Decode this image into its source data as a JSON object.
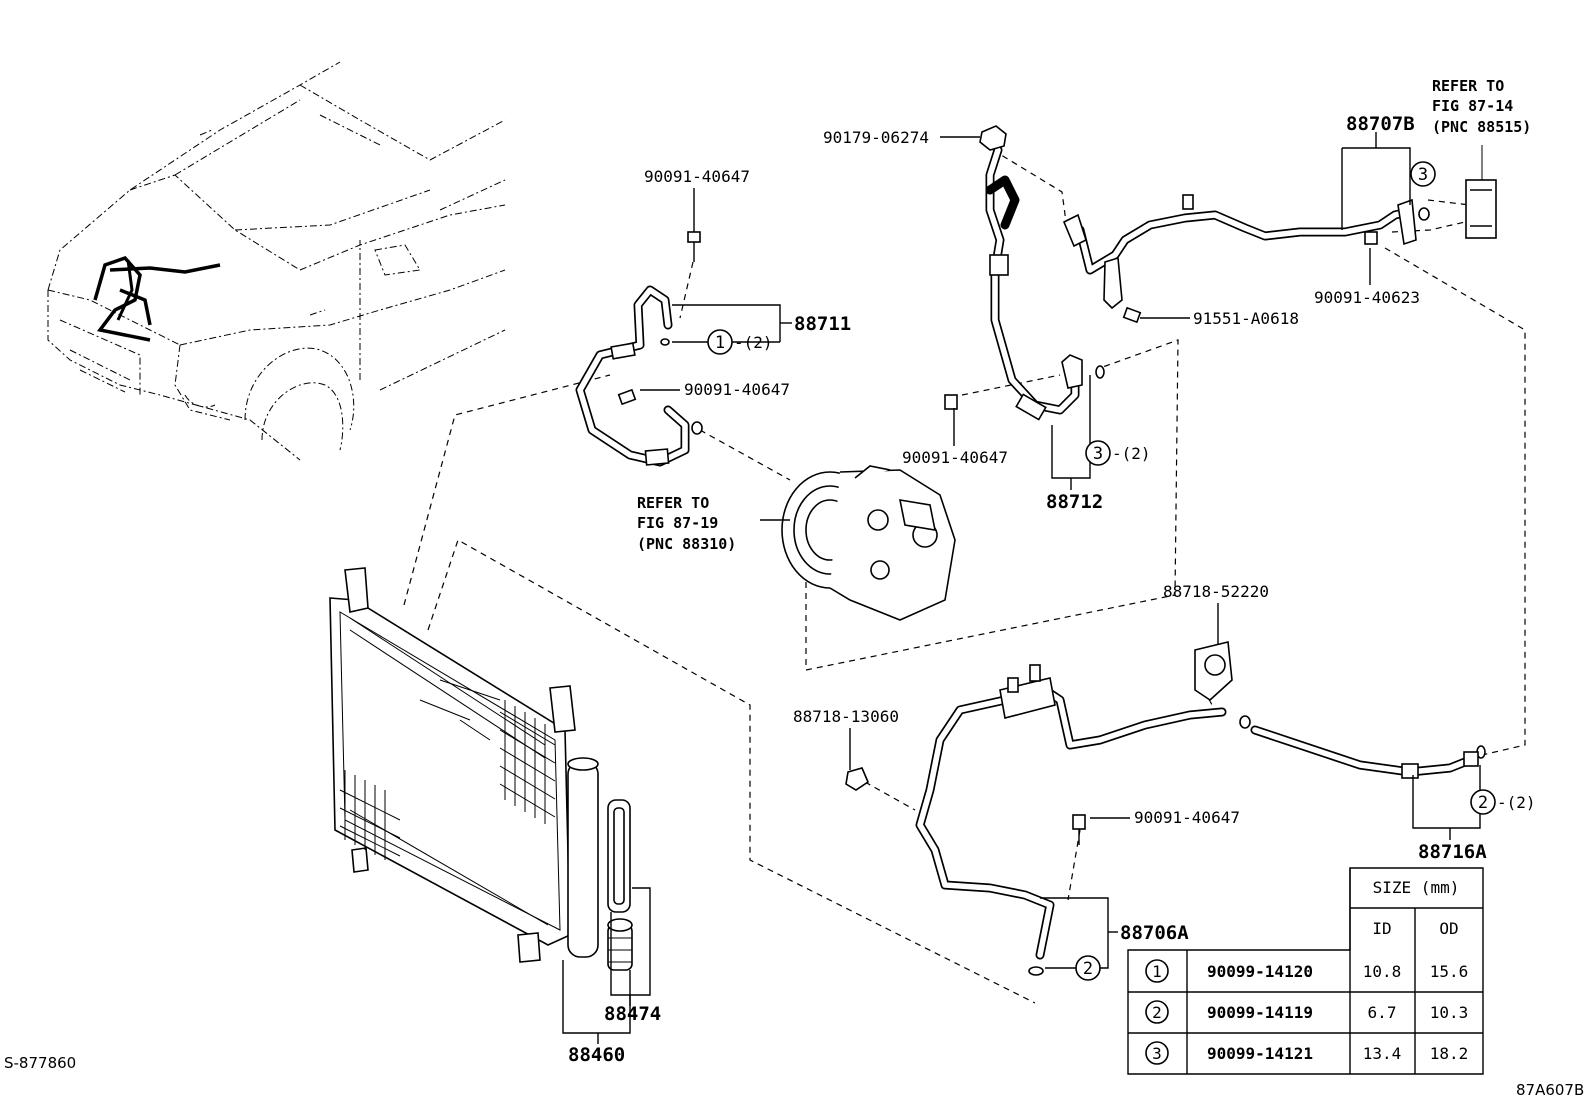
{
  "corner_left": "S-877860",
  "corner_right": "87A607B",
  "parts": {
    "p90091_40647_top": "90091-40647",
    "p88711": "88711",
    "p90091_40647_mid": "90091-40647",
    "p90179_06274": "90179-06274",
    "p88707B": "88707B",
    "p91551_A0618": "91551-A0618",
    "p90091_40623": "90091-40623",
    "p90091_40647_right": "90091-40647",
    "p88712": "88712",
    "p88718_52220": "88718-52220",
    "p88718_13060": "88718-13060",
    "p90091_40647_low": "90091-40647",
    "p88706A": "88706A",
    "p88716A": "88716A",
    "p88474": "88474",
    "p88460": "88460"
  },
  "refs": {
    "compressor": [
      "REFER TO",
      "FIG 87-19",
      "(PNC 88310)"
    ],
    "expansion_valve": [
      "REFER TO",
      "FIG 87-14",
      "(PNC 88515)"
    ]
  },
  "callouts": {
    "c1": "1",
    "c1_qty": "-(2)",
    "c3a": "3",
    "c3b": "3",
    "c3_qty": "-(2)",
    "c2a": "2",
    "c2a_qty": "-(2)",
    "c2b": "2"
  },
  "oring_table": {
    "header_size": "SIZE (mm)",
    "header_id": "ID",
    "header_od": "OD",
    "rows": [
      {
        "ref": "1",
        "part": "90099-14120",
        "id": "10.8",
        "od": "15.6"
      },
      {
        "ref": "2",
        "part": "90099-14119",
        "id": "6.7",
        "od": "10.3"
      },
      {
        "ref": "3",
        "part": "90099-14121",
        "id": "13.4",
        "od": "18.2"
      }
    ]
  }
}
